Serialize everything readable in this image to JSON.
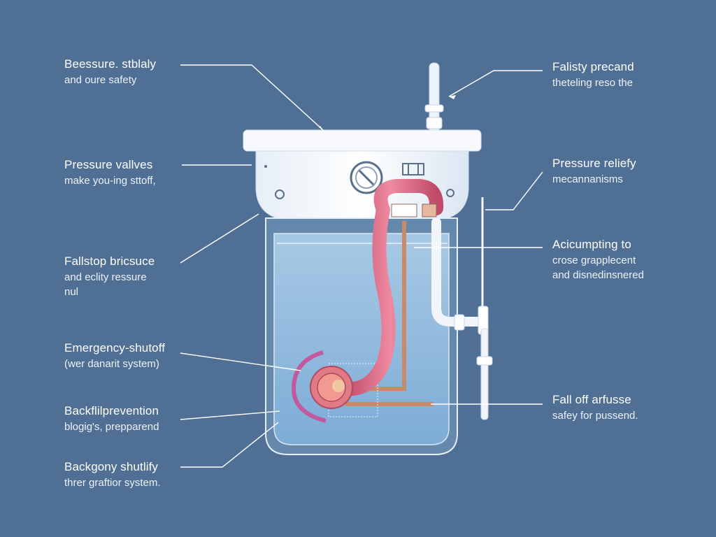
{
  "callouts_left": [
    {
      "title": "Beessure. stblaly",
      "sub": "and oure safety"
    },
    {
      "title": "Pressure vallves",
      "sub": "make you-ing sttoff,"
    },
    {
      "title": "Fallstop bricsuce",
      "sub": "and eclity ressure",
      "sub2": "nul"
    },
    {
      "title": "Emergency-shutoff",
      "sub": "(wer danarit system)"
    },
    {
      "title": "Backflilprevention",
      "sub": "blogig's, prepparend"
    },
    {
      "title": "Backgony shutlify",
      "sub": "threr graftior system."
    }
  ],
  "callouts_right": [
    {
      "title": "Falisty precand",
      "sub": "theteling reso the"
    },
    {
      "title": "Pressure reliefy",
      "sub": "mecannanisms"
    },
    {
      "title": "Acicumpting to",
      "sub": "crose grapplecent",
      "sub2": "and disnedinsnered"
    },
    {
      "title": "Fall off arfusse",
      "sub": "safey for pussend."
    }
  ],
  "colors": {
    "background": "#4f6f95",
    "tank_lid": "#f4f7fb",
    "water": "#9fc6e4",
    "hose": "#d8637f",
    "copper_pipe": "#c98a6a",
    "leader_line": "#ffffff"
  }
}
